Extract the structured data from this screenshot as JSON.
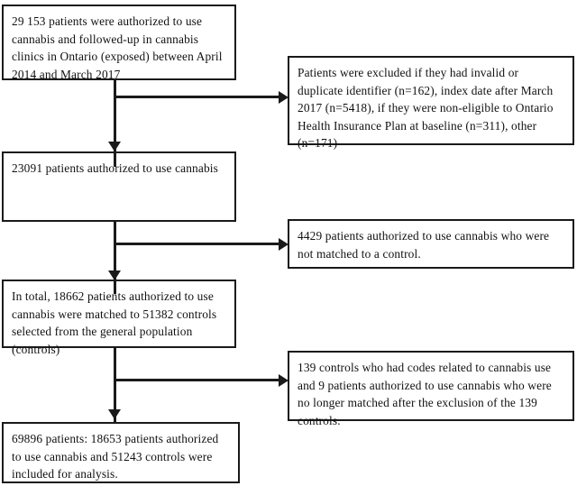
{
  "diagram": {
    "title": "Study cohort flow diagram",
    "colors": {
      "line": "#1a1a1a",
      "box_border": "#1a1a1a",
      "box_fill": "#ffffff",
      "text": "#111111"
    },
    "boxes": {
      "exposed_cohort": "29 153 patients were authorized to use cannabis and followed-up in cannabis clinics in Ontario (exposed) between April 2014 and March 2017",
      "authorized": "23091 patients authorized to use cannabis",
      "matched": "In total, 18662 patients authorized to use cannabis were matched to 51382 controls selected from the general population (controls)",
      "final_analysis": "69896 patients: 18653 patients authorized to use cannabis  and  51243 controls were included for analysis.",
      "excluded_invalid": "Patients were excluded if they had invalid or duplicate identifier (n=162), index date after March 2017 (n=5418), if they were non-eligible to Ontario Health Insurance Plan at baseline (n=311), other (n=171)",
      "excluded_unmatched": "4429 patients authorized to use cannabis who were not matched to a control.",
      "excluded_codes": "139 controls who had codes related to cannabis use and 9 patients authorized to use cannabis who were no longer matched after the exclusion of the 139 controls."
    },
    "connectors": [
      {
        "name": "exposed-to-authorized",
        "kind": "arrow-down"
      },
      {
        "name": "exposed-to-excluded-invalid",
        "kind": "arrow-right"
      },
      {
        "name": "authorized-to-matched",
        "kind": "arrow-down"
      },
      {
        "name": "authorized-to-excluded-unmatched",
        "kind": "arrow-right"
      },
      {
        "name": "matched-to-final",
        "kind": "arrow-down"
      },
      {
        "name": "matched-to-excluded-codes",
        "kind": "arrow-right"
      }
    ]
  }
}
